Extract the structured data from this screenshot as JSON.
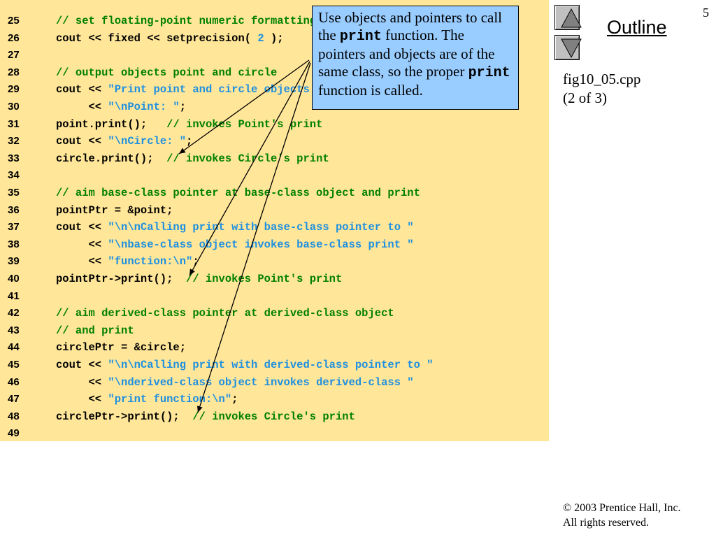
{
  "page_number": "5",
  "outline_link": "Outline",
  "file_name": "fig10_05.cpp",
  "part_info": "(2 of 3)",
  "copyright": "© 2003 Prentice Hall, Inc.",
  "rights": "All rights reserved.",
  "colors": {
    "code_background": "#ffe699",
    "callout_background": "#99ccff",
    "comment": "#008000",
    "string_literal": "#1e90e0",
    "code_text": "#000000"
  },
  "callout": {
    "text_1": "Use objects and pointers to call the ",
    "code_1": "print",
    "text_2": " function. The pointers and objects are of the same class, so the proper ",
    "code_2": "print",
    "text_3": " function is called."
  },
  "code_lines": [
    {
      "n": "25",
      "tokens": [
        {
          "t": "c",
          "v": "// set floating-point numeric formatting"
        }
      ]
    },
    {
      "n": "26",
      "tokens": [
        {
          "t": "k",
          "v": "cout << fixed << setprecision( "
        },
        {
          "t": "n",
          "v": "2"
        },
        {
          "t": "k",
          "v": " );"
        }
      ]
    },
    {
      "n": "27",
      "tokens": []
    },
    {
      "n": "28",
      "tokens": [
        {
          "t": "c",
          "v": "// output objects point and circle"
        }
      ]
    },
    {
      "n": "29",
      "tokens": [
        {
          "t": "k",
          "v": "cout << "
        },
        {
          "t": "s",
          "v": "\"Print point and circle objects:\""
        }
      ]
    },
    {
      "n": "30",
      "tokens": [
        {
          "t": "k",
          "v": "     << "
        },
        {
          "t": "s",
          "v": "\"\\nPoint: \""
        },
        {
          "t": "k",
          "v": ";"
        }
      ]
    },
    {
      "n": "31",
      "tokens": [
        {
          "t": "k",
          "v": "point.print();   "
        },
        {
          "t": "c",
          "v": "// invokes Point's print"
        }
      ]
    },
    {
      "n": "32",
      "tokens": [
        {
          "t": "k",
          "v": "cout << "
        },
        {
          "t": "s",
          "v": "\"\\nCircle: \""
        },
        {
          "t": "k",
          "v": ";"
        }
      ]
    },
    {
      "n": "33",
      "tokens": [
        {
          "t": "k",
          "v": "circle.print();  "
        },
        {
          "t": "c",
          "v": "// invokes Circle's print"
        }
      ]
    },
    {
      "n": "34",
      "tokens": []
    },
    {
      "n": "35",
      "tokens": [
        {
          "t": "c",
          "v": "// aim base-class pointer at base-class object and print"
        }
      ]
    },
    {
      "n": "36",
      "tokens": [
        {
          "t": "k",
          "v": "pointPtr = &point;"
        }
      ]
    },
    {
      "n": "37",
      "tokens": [
        {
          "t": "k",
          "v": "cout << "
        },
        {
          "t": "s",
          "v": "\"\\n\\nCalling print with base-class pointer to \""
        }
      ]
    },
    {
      "n": "38",
      "tokens": [
        {
          "t": "k",
          "v": "     << "
        },
        {
          "t": "s",
          "v": "\"\\nbase-class object invokes base-class print \""
        }
      ]
    },
    {
      "n": "39",
      "tokens": [
        {
          "t": "k",
          "v": "     << "
        },
        {
          "t": "s",
          "v": "\"function:\\n\""
        },
        {
          "t": "k",
          "v": ";"
        }
      ]
    },
    {
      "n": "40",
      "tokens": [
        {
          "t": "k",
          "v": "pointPtr->print();  "
        },
        {
          "t": "c",
          "v": "// invokes Point's print"
        }
      ]
    },
    {
      "n": "41",
      "tokens": []
    },
    {
      "n": "42",
      "tokens": [
        {
          "t": "c",
          "v": "// aim derived-class pointer at derived-class object"
        }
      ]
    },
    {
      "n": "43",
      "tokens": [
        {
          "t": "c",
          "v": "// and print"
        }
      ]
    },
    {
      "n": "44",
      "tokens": [
        {
          "t": "k",
          "v": "circlePtr = &circle;"
        }
      ]
    },
    {
      "n": "45",
      "tokens": [
        {
          "t": "k",
          "v": "cout << "
        },
        {
          "t": "s",
          "v": "\"\\n\\nCalling print with derived-class pointer to \""
        }
      ]
    },
    {
      "n": "46",
      "tokens": [
        {
          "t": "k",
          "v": "     << "
        },
        {
          "t": "s",
          "v": "\"\\nderived-class object invokes derived-class \""
        }
      ]
    },
    {
      "n": "47",
      "tokens": [
        {
          "t": "k",
          "v": "     << "
        },
        {
          "t": "s",
          "v": "\"print function:\\n\""
        },
        {
          "t": "k",
          "v": ";"
        }
      ]
    },
    {
      "n": "48",
      "tokens": [
        {
          "t": "k",
          "v": "circlePtr->print();  "
        },
        {
          "t": "c",
          "v": "// invokes Circle's print"
        }
      ]
    },
    {
      "n": "49",
      "tokens": []
    }
  ]
}
